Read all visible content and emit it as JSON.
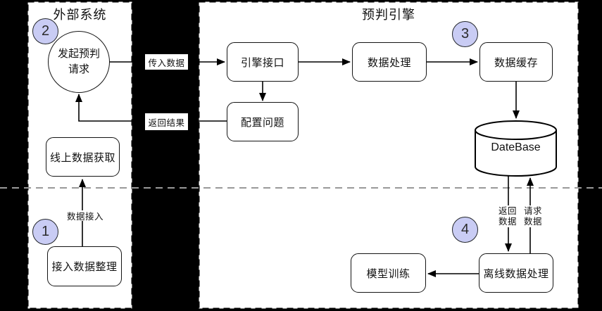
{
  "panels": {
    "external": {
      "title": "外部系统"
    },
    "engine": {
      "title": "预判引擎"
    }
  },
  "badges": {
    "b1": "1",
    "b2": "2",
    "b3": "3",
    "b4": "4"
  },
  "nodes": {
    "request_line1": "发起预判",
    "request_line2": "请求",
    "online_data": "线上数据获取",
    "ingest_data": "接入数据整理",
    "engine_api": "引擎接口",
    "config_problem": "配置问题",
    "data_processing": "数据处理",
    "data_cache": "数据缓存",
    "database": "DateBase",
    "model_training": "模型训练",
    "offline_processing": "离线数据处理"
  },
  "edge_labels": {
    "pass_data": "传入数据",
    "return_result": "返回结果",
    "data_ingress": "数据接入",
    "return_data_line1": "返回",
    "return_data_line2": "数据",
    "request_data_line1": "请求",
    "request_data_line2": "数据"
  },
  "colors": {
    "background": "#000000",
    "panel_fill": "#FFFFFF",
    "panel_border": "#000000",
    "badge_fill": "#C9CCF4",
    "separator": "#999999",
    "line": "#000000"
  }
}
